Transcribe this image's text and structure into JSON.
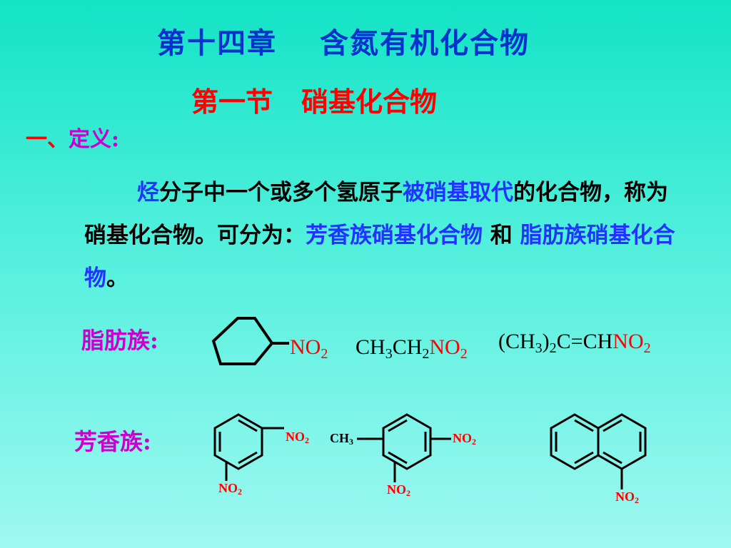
{
  "title": {
    "chapter": "第十四章",
    "name": "含氮有机化合物"
  },
  "section": {
    "number": "第一节",
    "name": "硝基化合物"
  },
  "heading": {
    "number": "一、",
    "label": "定义:"
  },
  "definition": {
    "hl_hydrocarbon": "烃",
    "t1": "分子中一个或多个氢原子",
    "hl_substituted": "被硝基取代",
    "t2": "的化合物，称为硝基化合物。可分为：",
    "hl_aromatic": "芳香族硝基化合物",
    "t3": " 和 ",
    "hl_aliphatic": "脂肪族硝基化合物",
    "t4": "。"
  },
  "aliphatic": {
    "label": "脂肪族:",
    "c1_group": "NO",
    "c1_sub": "2",
    "c2": {
      "p1": "CH",
      "s1": "3",
      "p2": "CH",
      "s2": "2",
      "g": "NO",
      "gs": "2"
    },
    "c3": {
      "p1": "(CH",
      "s1": "3",
      "p2": ")",
      "s2": "2",
      "p3": "C=CH",
      "g": "NO",
      "gs": "2"
    }
  },
  "aromatic": {
    "label": "芳香族:",
    "m1_top": {
      "g": "NO",
      "s": "2"
    },
    "m1_bottom": {
      "g": "NO",
      "s": "2"
    },
    "m2_methyl": {
      "g": "CH",
      "s": "3"
    },
    "m2_right": {
      "g": "NO",
      "s": "2"
    },
    "m2_bottom": {
      "g": "NO",
      "s": "2"
    },
    "m3_bottom": {
      "g": "NO",
      "s": "2"
    }
  },
  "colors": {
    "title": "#0033cc",
    "section": "#ff0000",
    "highlight": "#2233ff",
    "category": "#cc00cc",
    "nitro": "#ff0000"
  }
}
